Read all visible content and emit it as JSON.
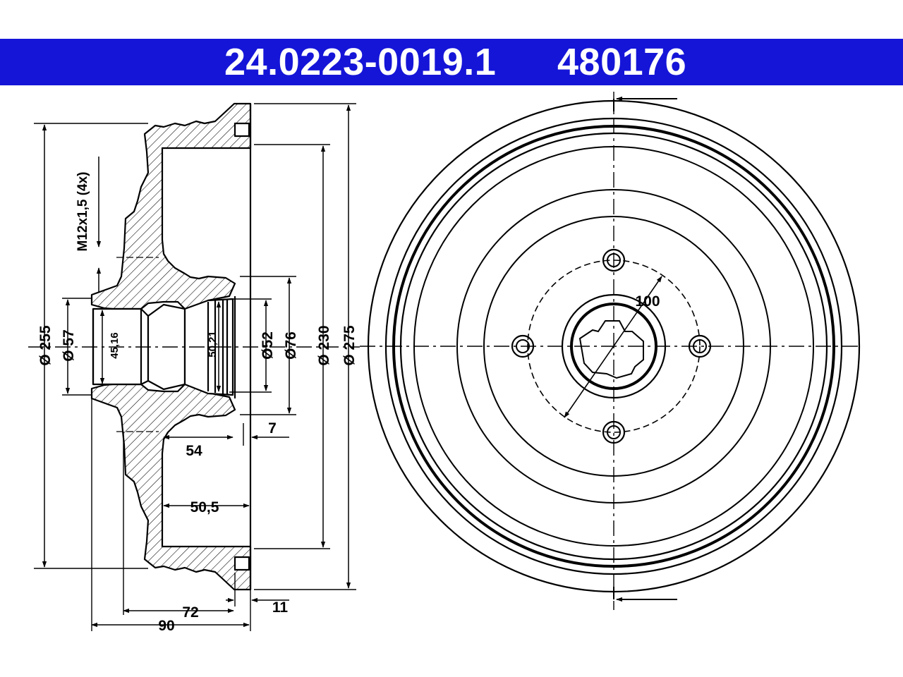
{
  "header": {
    "part_number": "24.0223-0019.1",
    "ref_number": "480176"
  },
  "colors": {
    "header_bg": "#1515d8",
    "header_text": "#ffffff",
    "line": "#000000"
  },
  "dimensions": {
    "d255": "Ø 255",
    "d57": "Ø 57",
    "d45": "45,16",
    "thread": "M12x1,5 (4x)",
    "d50": "50,21",
    "d52": "Ø52",
    "d76": "Ø76",
    "d230": "Ø 230",
    "d275": "Ø 275",
    "w7": "7",
    "w54": "54",
    "w50_5": "50,5",
    "w72": "72",
    "w11": "11",
    "w90": "90",
    "pcd": "100"
  }
}
